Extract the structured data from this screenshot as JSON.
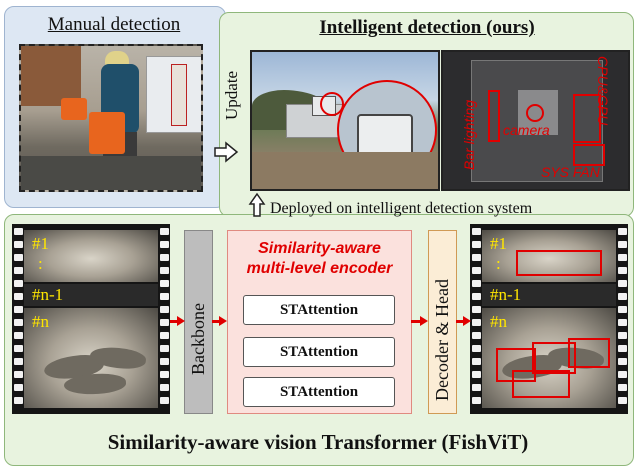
{
  "manual": {
    "title": "Manual detection"
  },
  "intelligent": {
    "title": "Intelligent detection (ours)",
    "update_label": "Update",
    "labels": {
      "bar_lighting": "Bar lighting",
      "camera": "camera",
      "cpu_gpu": "CPU&GPU",
      "sys_fan": "SYS FAN"
    }
  },
  "deploy": {
    "text": "Deployed on intelligent detection system"
  },
  "pipeline": {
    "backbone": "Backbone",
    "encoder_line1": "Similarity-aware",
    "encoder_line2": "multi-level encoder",
    "attention_blocks": [
      "STAttention",
      "STAttention",
      "STAttention"
    ],
    "decoder": "Decoder & Head",
    "frames_in": [
      "#1",
      ":",
      "#n-1",
      "#n"
    ],
    "frames_out": [
      "#1",
      ":",
      "#n-1",
      "#n"
    ]
  },
  "model_title": "Similarity-aware vision Transformer (FishViT)",
  "colors": {
    "accent_red": "#e00000",
    "panel_green": "#e8f3df",
    "panel_blue": "#dde7f3",
    "encoder_pink": "#fbe1dd",
    "decoder_peach": "#fbedd6",
    "backbone_gray": "#bdbdbd",
    "frame_label": "#ffe600"
  }
}
